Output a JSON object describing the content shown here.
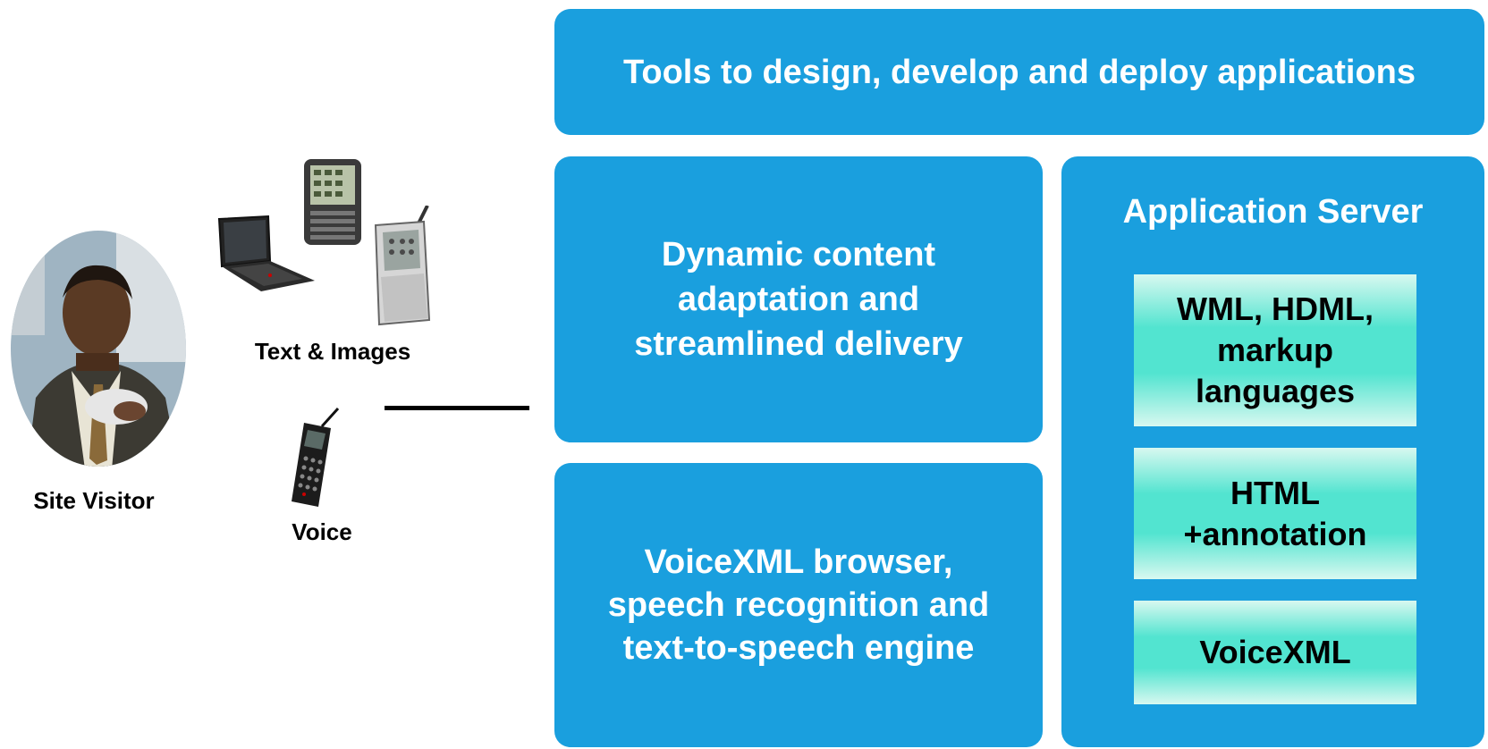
{
  "diagram": {
    "top_box": "Tools to design, develop and deploy applications",
    "dynamic_box": "Dynamic content\nadaptation and\nstreamlined delivery",
    "voice_engine_box": "VoiceXML browser,\nspeech recognition and\ntext-to-speech engine",
    "app_server": {
      "title": "Application Server",
      "items": [
        "WML, HDML,\nmarkup\nlanguages",
        "HTML\n+annotation",
        "VoiceXML"
      ]
    },
    "labels": {
      "site_visitor": "Site Visitor",
      "text_images": "Text & Images",
      "voice": "Voice"
    }
  },
  "colors": {
    "box_blue": "#1a9fde",
    "markup_teal": "#52e4d0",
    "text_white": "#ffffff",
    "text_black": "#000000"
  },
  "icons": [
    "person-photo",
    "laptop-icon",
    "pda-icon",
    "smartphone-icon",
    "cellphone-icon"
  ]
}
